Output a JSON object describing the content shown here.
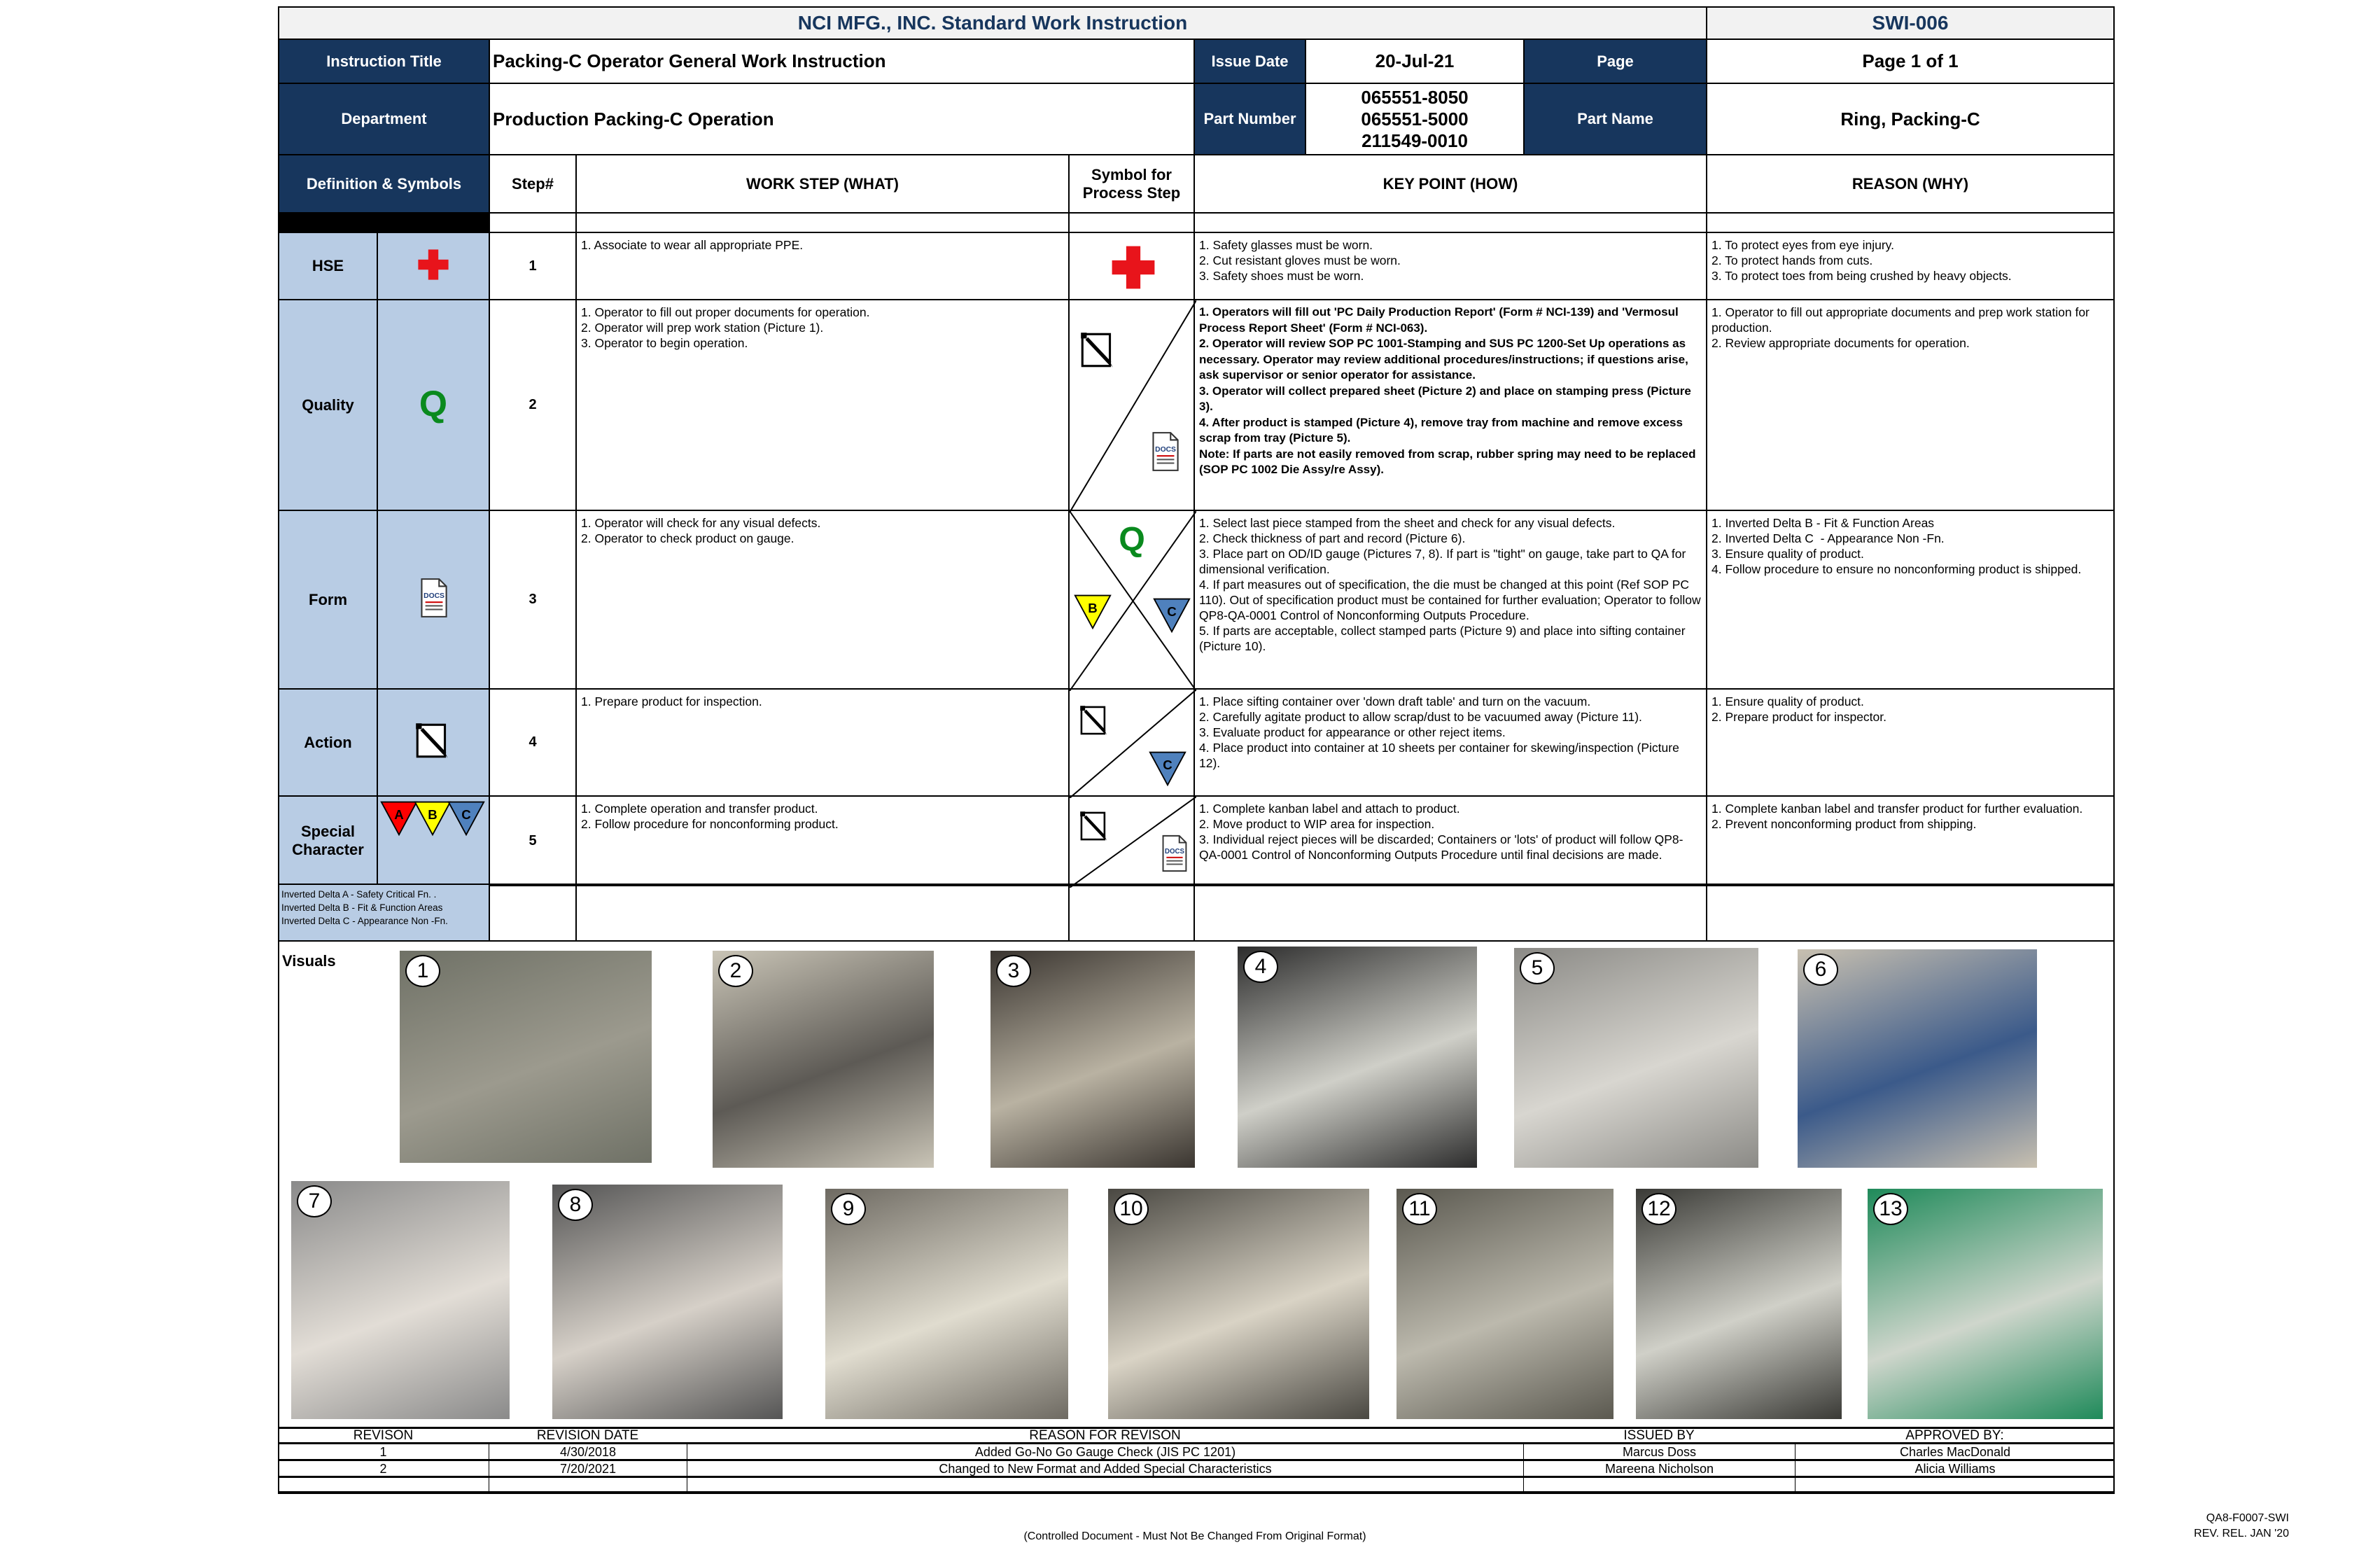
{
  "header": {
    "title": "NCI MFG., INC. Standard Work Instruction",
    "doc_number": "SWI-006",
    "instruction_title_label": "Instruction Title",
    "instruction_title": "Packing-C Operator General Work Instruction",
    "issue_date_label": "Issue Date",
    "issue_date": "20-Jul-21",
    "page_label": "Page",
    "page": "Page 1 of 1",
    "department_label": "Department",
    "department": "Production Packing-C Operation",
    "part_number_label": "Part Number",
    "part_numbers": [
      "065551-8050",
      "065551-5000",
      "211549-0010"
    ],
    "part_name_label": "Part Name",
    "part_name": "Ring, Packing-C"
  },
  "columns": {
    "definition": "Definition & Symbols",
    "step": "Step#",
    "work_step": "WORK STEP (WHAT)",
    "symbol": "Symbol for Process Step",
    "key_point": "KEY POINT (HOW)",
    "reason": "REASON (WHY)"
  },
  "symbols": [
    {
      "label": "HSE",
      "icon": "red-cross-icon",
      "color": "#e8141b"
    },
    {
      "label": "Quality",
      "icon": "q-icon",
      "text": "Q",
      "color": "#0a8a1e"
    },
    {
      "label": "Form",
      "icon": "docs-form-icon",
      "text": "DOCS"
    },
    {
      "label": "Action",
      "icon": "action-pencil-icon"
    },
    {
      "label": "Special Character",
      "icon": "delta-triangles-icon",
      "deltas": [
        {
          "letter": "A",
          "color": "#ff0000"
        },
        {
          "letter": "B",
          "color": "#ffff00"
        },
        {
          "letter": "C",
          "color": "#4f81bd"
        }
      ]
    }
  ],
  "legend": [
    "Inverted Delta A - Safety Critical Fn. .",
    "Inverted Delta B - Fit & Function Areas",
    "Inverted Delta C  - Appearance Non -Fn."
  ],
  "steps": [
    {
      "step": "1",
      "what": "1. Associate to wear all appropriate PPE.",
      "symbols": [
        "red-cross"
      ],
      "how": "1. Safety glasses must be worn.\n2. Cut resistant gloves must be worn.\n3. Safety shoes must be worn.",
      "how_bold": false,
      "why": "1. To protect eyes from eye injury.\n2. To protect hands from cuts.\n3. To protect toes from being crushed by heavy objects."
    },
    {
      "step": "2",
      "what": "1. Operator to fill out proper documents for operation.\n2. Operator will prep work station (Picture 1).\n3. Operator to begin operation.",
      "symbols": [
        "action",
        "docs"
      ],
      "how": "1. Operators will fill out 'PC Daily Production Report' (Form # NCI-139) and 'Vermosul Process Report Sheet' (Form # NCI-063).\n2. Operator will review SOP PC 1001-Stamping and SUS PC 1200-Set Up operations as necessary. Operator may review additional procedures/instructions; if questions arise, ask supervisor or senior operator for assistance.\n3. Operator will collect prepared sheet (Picture 2) and place on stamping press (Picture 3).\n4. After product is stamped (Picture 4), remove tray from machine and remove excess scrap from tray (Picture 5).\nNote: If parts are not easily removed from scrap, rubber spring may need to be replaced (SOP PC 1002 Die Assy/re Assy).",
      "how_bold": true,
      "why": "1. Operator to fill out appropriate documents and prep work station for production.\n2. Review appropriate documents for operation."
    },
    {
      "step": "3",
      "what": "1. Operator will check for any visual defects.\n2. Operator to check product on gauge.",
      "symbols": [
        "q",
        "delta-b",
        "delta-c"
      ],
      "how": "1. Select last piece stamped from the sheet and check for any visual defects.\n2. Check thickness of part and record (Picture 6).\n3. Place part on OD/ID gauge (Pictures 7, 8). If part is \"tight\" on gauge, take part to QA for dimensional verification.\n4. If part measures out of specification, the die must be changed at this point (Ref SOP PC 110). Out of specification product must be contained for further evaluation; Operator to follow QP8-QA-0001 Control of Nonconforming Outputs Procedure.\n5. If parts are acceptable, collect stamped parts (Picture 9) and place into sifting container (Picture 10).",
      "how_bold": false,
      "why": "1. Inverted Delta B - Fit & Function Areas\n2. Inverted Delta C  - Appearance Non -Fn.\n3. Ensure quality of product.\n4. Follow procedure to ensure no nonconforming product is shipped."
    },
    {
      "step": "4",
      "what": "1. Prepare product for inspection.",
      "symbols": [
        "action",
        "delta-c"
      ],
      "how": "1. Place sifting container over 'down draft table' and turn on the vacuum.\n2. Carefully agitate product to allow scrap/dust to be vacuumed away (Picture 11).\n3. Evaluate product for appearance or other reject items.\n4. Place product into container at 10 sheets per container for skewing/inspection (Picture 12).",
      "how_bold": false,
      "why": "1. Ensure quality of product.\n2. Prepare product for inspector."
    },
    {
      "step": "5",
      "what": "1. Complete operation and transfer product.\n2. Follow procedure for nonconforming product.",
      "symbols": [
        "action",
        "docs"
      ],
      "how": "1. Complete kanban label and attach to product.\n2. Move product to WIP area for inspection.\n3. Individual reject pieces will be discarded; Containers or 'lots' of product will follow QP8-QA-0001 Control of Nonconforming Outputs Procedure until final decisions are made.",
      "how_bold": false,
      "why": "1. Complete kanban label and transfer product for further evaluation.\n2. Prevent nonconforming product from shipping."
    }
  ],
  "visuals": {
    "label": "Visuals",
    "pictures": [
      "1",
      "2",
      "3",
      "4",
      "5",
      "6",
      "7",
      "8",
      "9",
      "10",
      "11",
      "12",
      "13"
    ]
  },
  "revisions": {
    "headers": [
      "REVISON",
      "REVISION DATE",
      "REASON FOR REVISON",
      "ISSUED BY",
      "APPROVED BY:"
    ],
    "rows": [
      [
        "1",
        "4/30/2018",
        "Added Go-No Go Gauge Check (JIS PC 1201)",
        "Marcus Doss",
        "Charles MacDonald"
      ],
      [
        "2",
        "7/20/2021",
        "Changed to New Format and Added Special Characteristics",
        "Mareena Nicholson",
        "Alicia Williams"
      ],
      [
        "",
        "",
        "",
        "",
        ""
      ]
    ]
  },
  "footer": {
    "controlled": "(Controlled Document - Must Not Be Changed From Original Format)",
    "form_number": "QA8-F0007-SWI",
    "rev_rel": "REV. REL. JAN '20"
  }
}
